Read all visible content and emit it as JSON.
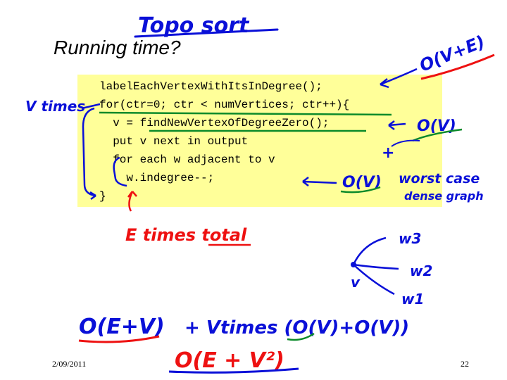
{
  "slide": {
    "title": "Running time?",
    "date": "2/09/2011",
    "page_number": "22"
  },
  "code": {
    "lines": [
      "labelEachVertexWithItsInDegree();",
      "for(ctr=0; ctr < numVertices; ctr++){",
      "  v = findNewVertexOfDegreeZero();",
      "  put v next in output",
      "  for each w adjacent to v",
      "    w.indegree--;",
      "}"
    ]
  },
  "annotations": {
    "heading": "Topo sort",
    "label_cost": "O(V+E)",
    "v_times": "V times",
    "find_cost": "O(V)",
    "plus": "+",
    "loop_cost": "O(V)",
    "worst_case": "worst case",
    "dense_graph": "dense graph",
    "e_times_total": "E times total",
    "graph_labels": [
      "w3",
      "w2",
      "w1",
      "v"
    ],
    "sum_left": "O(E+V)",
    "sum_right": "+ Vtimes (O(V)+O(V))",
    "result": "O(E + V²)"
  },
  "colors": {
    "code_background": "#ffff99",
    "ink_blue": "#0a10d8",
    "ink_red": "#ee1111",
    "ink_green": "#0b8a2a"
  }
}
